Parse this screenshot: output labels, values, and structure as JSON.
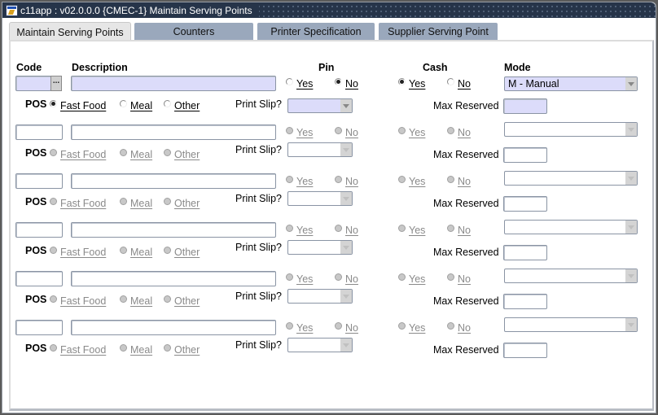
{
  "window": {
    "title": "c11app : v02.0.0.0 {CMEC-1} Maintain Serving Points"
  },
  "tabs": [
    {
      "label": "Maintain Serving Points",
      "active": true
    },
    {
      "label": "Counters",
      "active": false
    },
    {
      "label": "Printer Specification",
      "active": false
    },
    {
      "label": "Supplier Serving Point",
      "active": false
    }
  ],
  "headers": {
    "code": "Code",
    "description": "Description",
    "pin": "Pin",
    "cash": "Cash",
    "mode": "Mode"
  },
  "labels": {
    "pos": "POS",
    "print_slip": "Print Slip?",
    "max_reserved": "Max Reserved",
    "yes": "Yes",
    "no": "No",
    "fast_food": "Fast Food",
    "meal": "Meal",
    "other": "Other",
    "lov_button": "..."
  },
  "records": [
    {
      "code": "",
      "description": "",
      "pin": "No",
      "cash": "Yes",
      "mode": "M - Manual",
      "pos": "Fast Food",
      "print_slip": "",
      "max_reserved": "",
      "active": true
    },
    {
      "code": "",
      "description": "",
      "pin": "",
      "cash": "",
      "mode": "",
      "pos": "",
      "print_slip": "",
      "max_reserved": "",
      "active": false
    },
    {
      "code": "",
      "description": "",
      "pin": "",
      "cash": "",
      "mode": "",
      "pos": "",
      "print_slip": "",
      "max_reserved": "",
      "active": false
    },
    {
      "code": "",
      "description": "",
      "pin": "",
      "cash": "",
      "mode": "",
      "pos": "",
      "print_slip": "",
      "max_reserved": "",
      "active": false
    },
    {
      "code": "",
      "description": "",
      "pin": "",
      "cash": "",
      "mode": "",
      "pos": "",
      "print_slip": "",
      "max_reserved": "",
      "active": false
    },
    {
      "code": "",
      "description": "",
      "pin": "",
      "cash": "",
      "mode": "",
      "pos": "",
      "print_slip": "",
      "max_reserved": "",
      "active": false
    }
  ],
  "colors": {
    "titlebar": "#263449",
    "tab_inactive": "#9aa8bc",
    "tab_active": "#e6e6e6",
    "focus_field": "#dcdcfa"
  }
}
